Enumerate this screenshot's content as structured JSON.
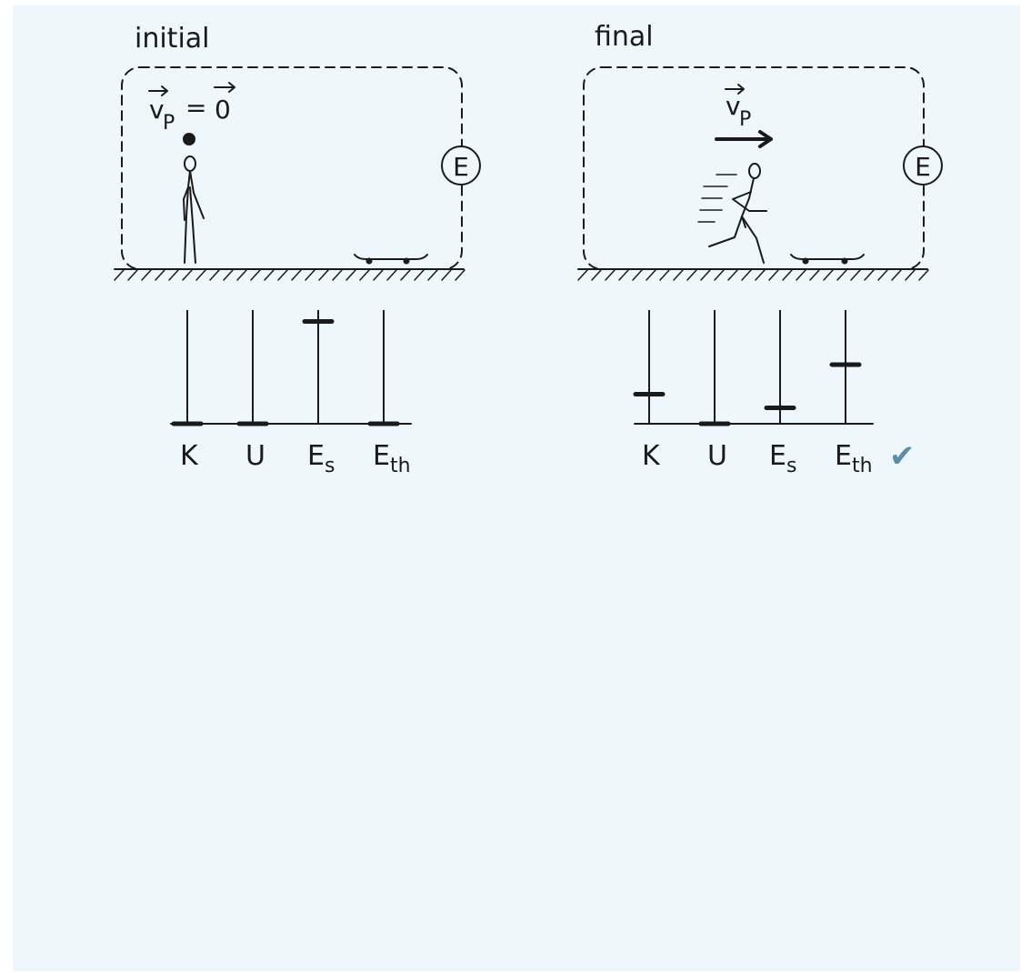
{
  "panels": [
    {
      "id": "initial",
      "title": "initial",
      "velocity_vector": "v",
      "velocity_subscript": "P",
      "equals": "=",
      "zero_vector": "0",
      "environment_label": "E",
      "bars": [
        {
          "label": "K",
          "subscript": "",
          "value": 0
        },
        {
          "label": "U",
          "subscript": "",
          "value": 0
        },
        {
          "label": "E",
          "subscript": "s",
          "value": 0.9
        },
        {
          "label": "E",
          "subscript": "th",
          "value": 0
        }
      ]
    },
    {
      "id": "final",
      "title": "final",
      "velocity_vector": "v",
      "velocity_subscript": "P",
      "environment_label": "E",
      "bars": [
        {
          "label": "K",
          "subscript": "",
          "value": 0.26
        },
        {
          "label": "U",
          "subscript": "",
          "value": 0
        },
        {
          "label": "E",
          "subscript": "s",
          "value": 0.14
        },
        {
          "label": "E",
          "subscript": "th",
          "value": 0.52
        }
      ],
      "check_mark": "✔"
    }
  ],
  "colors": {
    "background": "#eef7fc",
    "ink": "#1a1a1a",
    "check": "#5b8fa8"
  }
}
